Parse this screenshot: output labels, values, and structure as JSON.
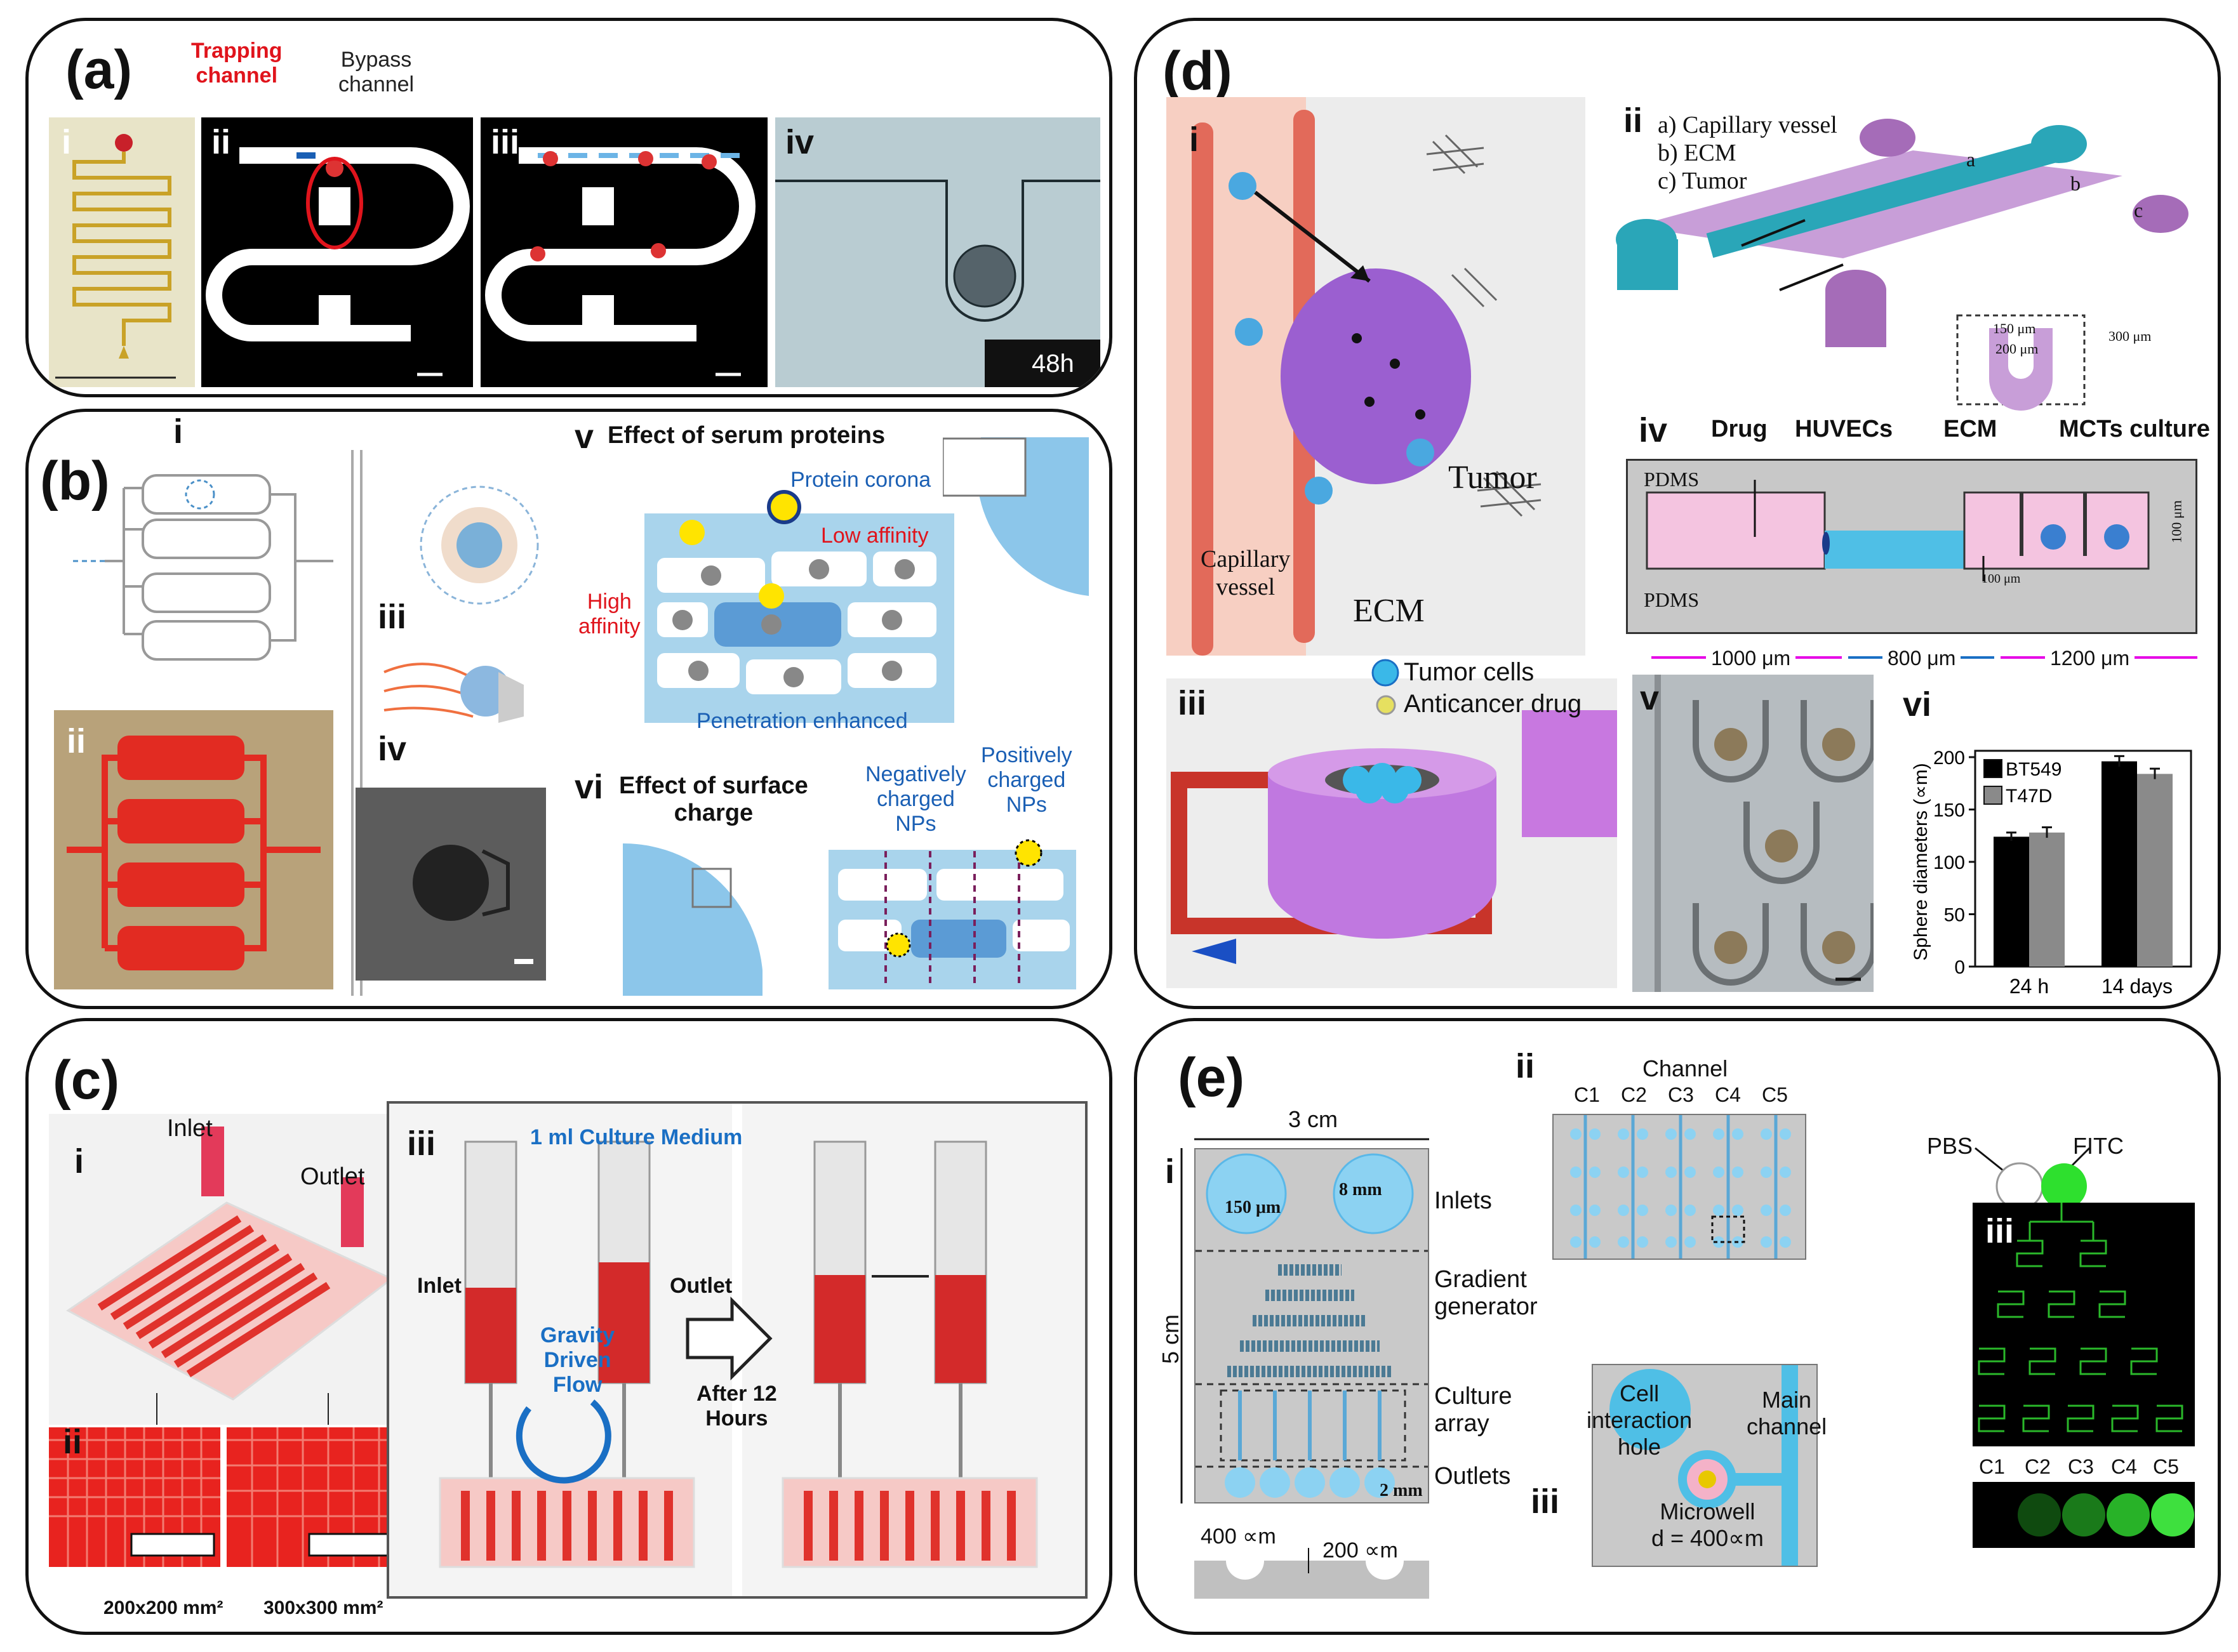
{
  "panels": {
    "a": {
      "label": "(a)",
      "trapping_channel": "Trapping\nchannel",
      "bypass_channel": "Bypass\nchannel",
      "sub": [
        "i",
        "ii",
        "iii",
        "iv"
      ],
      "time": "48h"
    },
    "b": {
      "label": "(b)",
      "sub": [
        "i",
        "ii",
        "iii",
        "iv",
        "v",
        "vi"
      ],
      "v_title": "Effect of serum proteins",
      "protein_corona": "Protein corona",
      "low_affinity": "Low affinity",
      "high_affinity": "High\naffinity",
      "penetration": "Penetration enhanced",
      "vi_title": "Effect of surface\ncharge",
      "negatively": "Negatively\ncharged\nNPs",
      "positively": "Positively\ncharged\nNPs"
    },
    "c": {
      "label": "(c)",
      "sub": [
        "i",
        "ii",
        "iii"
      ],
      "inlet": "Inlet",
      "outlet": "Outlet",
      "culture_medium": "1 ml Culture Medium",
      "gravity": "Gravity\nDriven\nFlow",
      "after": "After 12\nHours",
      "size1": "200x200 mm²",
      "size2": "300x300 mm²"
    },
    "d": {
      "label": "(d)",
      "sub": [
        "i",
        "ii",
        "iii",
        "iv",
        "v",
        "vi"
      ],
      "tumor": "Tumor",
      "capillary": "Capillary\nvessel",
      "ecm": "ECM",
      "legend_ii": [
        "a) Capillary vessel",
        "b) ECM",
        "c) Tumor"
      ],
      "ii_letters": [
        "a",
        "b",
        "c"
      ],
      "dims_ii": [
        "150 μm",
        "200 μm",
        "300 μm"
      ],
      "tumor_cells": "Tumor cells",
      "anticancer": "Anticancer drug",
      "iv_labels": [
        "Drug",
        "HUVECs",
        "ECM",
        "MCTs culture"
      ],
      "pdms": "PDMS",
      "dim_100": "100 μm",
      "dim_100b": "100 μm",
      "widths": [
        "1000 μm",
        "800 μm",
        "1200 μm"
      ]
    },
    "e": {
      "label": "(e)",
      "sub": [
        "i",
        "ii",
        "iii",
        "iii"
      ],
      "width": "3 cm",
      "height": "5 cm",
      "d150": "150 μm",
      "d8": "8 mm",
      "d2": "2 mm",
      "inlets": "Inlets",
      "gradient": "Gradient\ngenerator",
      "culture": "Culture\narray",
      "outlets": "Outlets",
      "s400": "400 ∝m",
      "s200": "200 ∝m",
      "channel": "Channel",
      "cols": [
        "C1",
        "C2",
        "C3",
        "C4",
        "C5"
      ],
      "cell_hole": "Cell\ninteraction\nhole",
      "main_channel": "Main\nchannel",
      "microwell": "Microwell\nd = 400∝m",
      "pbs": "PBS",
      "fitc": "FITC"
    }
  },
  "chart_data": {
    "type": "bar",
    "categories": [
      "24 h",
      "14 days"
    ],
    "series": [
      {
        "name": "BT549",
        "values": [
          124,
          196
        ],
        "errors": [
          4,
          5
        ],
        "color": "#000000"
      },
      {
        "name": "T47D",
        "values": [
          128,
          184
        ],
        "errors": [
          5,
          5
        ],
        "color": "#8a8a8a"
      }
    ],
    "ylabel": "Sphere diameters (∝m)",
    "ylim": [
      0,
      200
    ],
    "yticks": [
      0,
      50,
      100,
      150,
      200
    ],
    "legend": "top-left"
  }
}
